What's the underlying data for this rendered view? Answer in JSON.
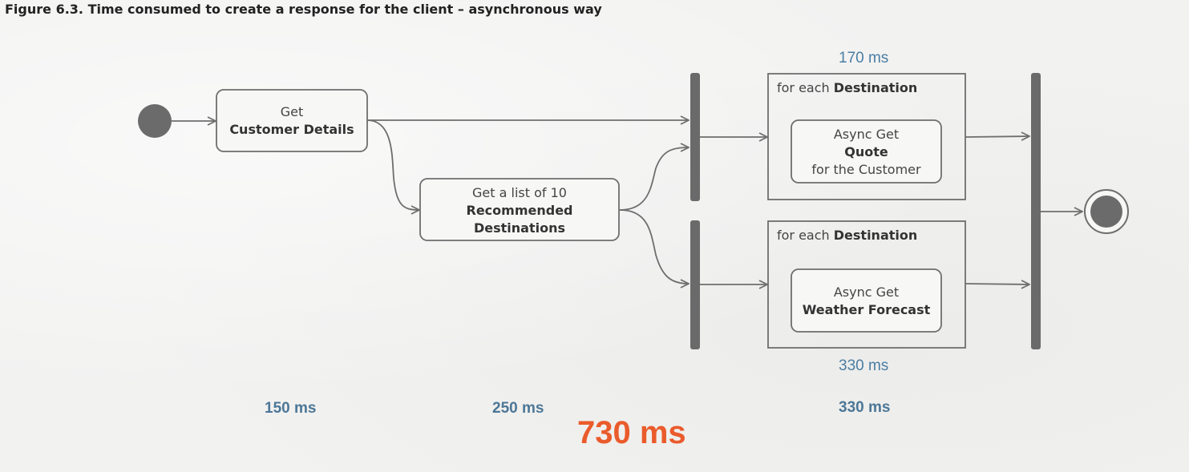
{
  "caption": "Figure 6.3. Time consumed to create a response for the client – asynchronous way",
  "nodes": {
    "customer_details": {
      "line1": "Get",
      "line2": "Customer Details"
    },
    "destinations": {
      "line1": "Get a list of 10",
      "line2": "Recommended",
      "line3": "Destinations"
    },
    "quote": {
      "line1": "Async Get",
      "line2": "Quote",
      "line3": "for the Customer"
    },
    "weather": {
      "line1": "Async Get",
      "line2": "Weather Forecast"
    }
  },
  "regions": {
    "quote_region": {
      "prefix": "for each ",
      "bold": "Destination"
    },
    "weather_region": {
      "prefix": "for each ",
      "bold": "Destination"
    }
  },
  "timings": {
    "quote_time": "170 ms",
    "weather_time": "330 ms",
    "step1": "150 ms",
    "step2": "250 ms",
    "step3": "330 ms",
    "total": "730 ms"
  },
  "colors": {
    "bar": "#6a6a6a",
    "stroke": "#6e6e6e",
    "timing": "#4a7ea4",
    "total": "#ea5b2b"
  }
}
